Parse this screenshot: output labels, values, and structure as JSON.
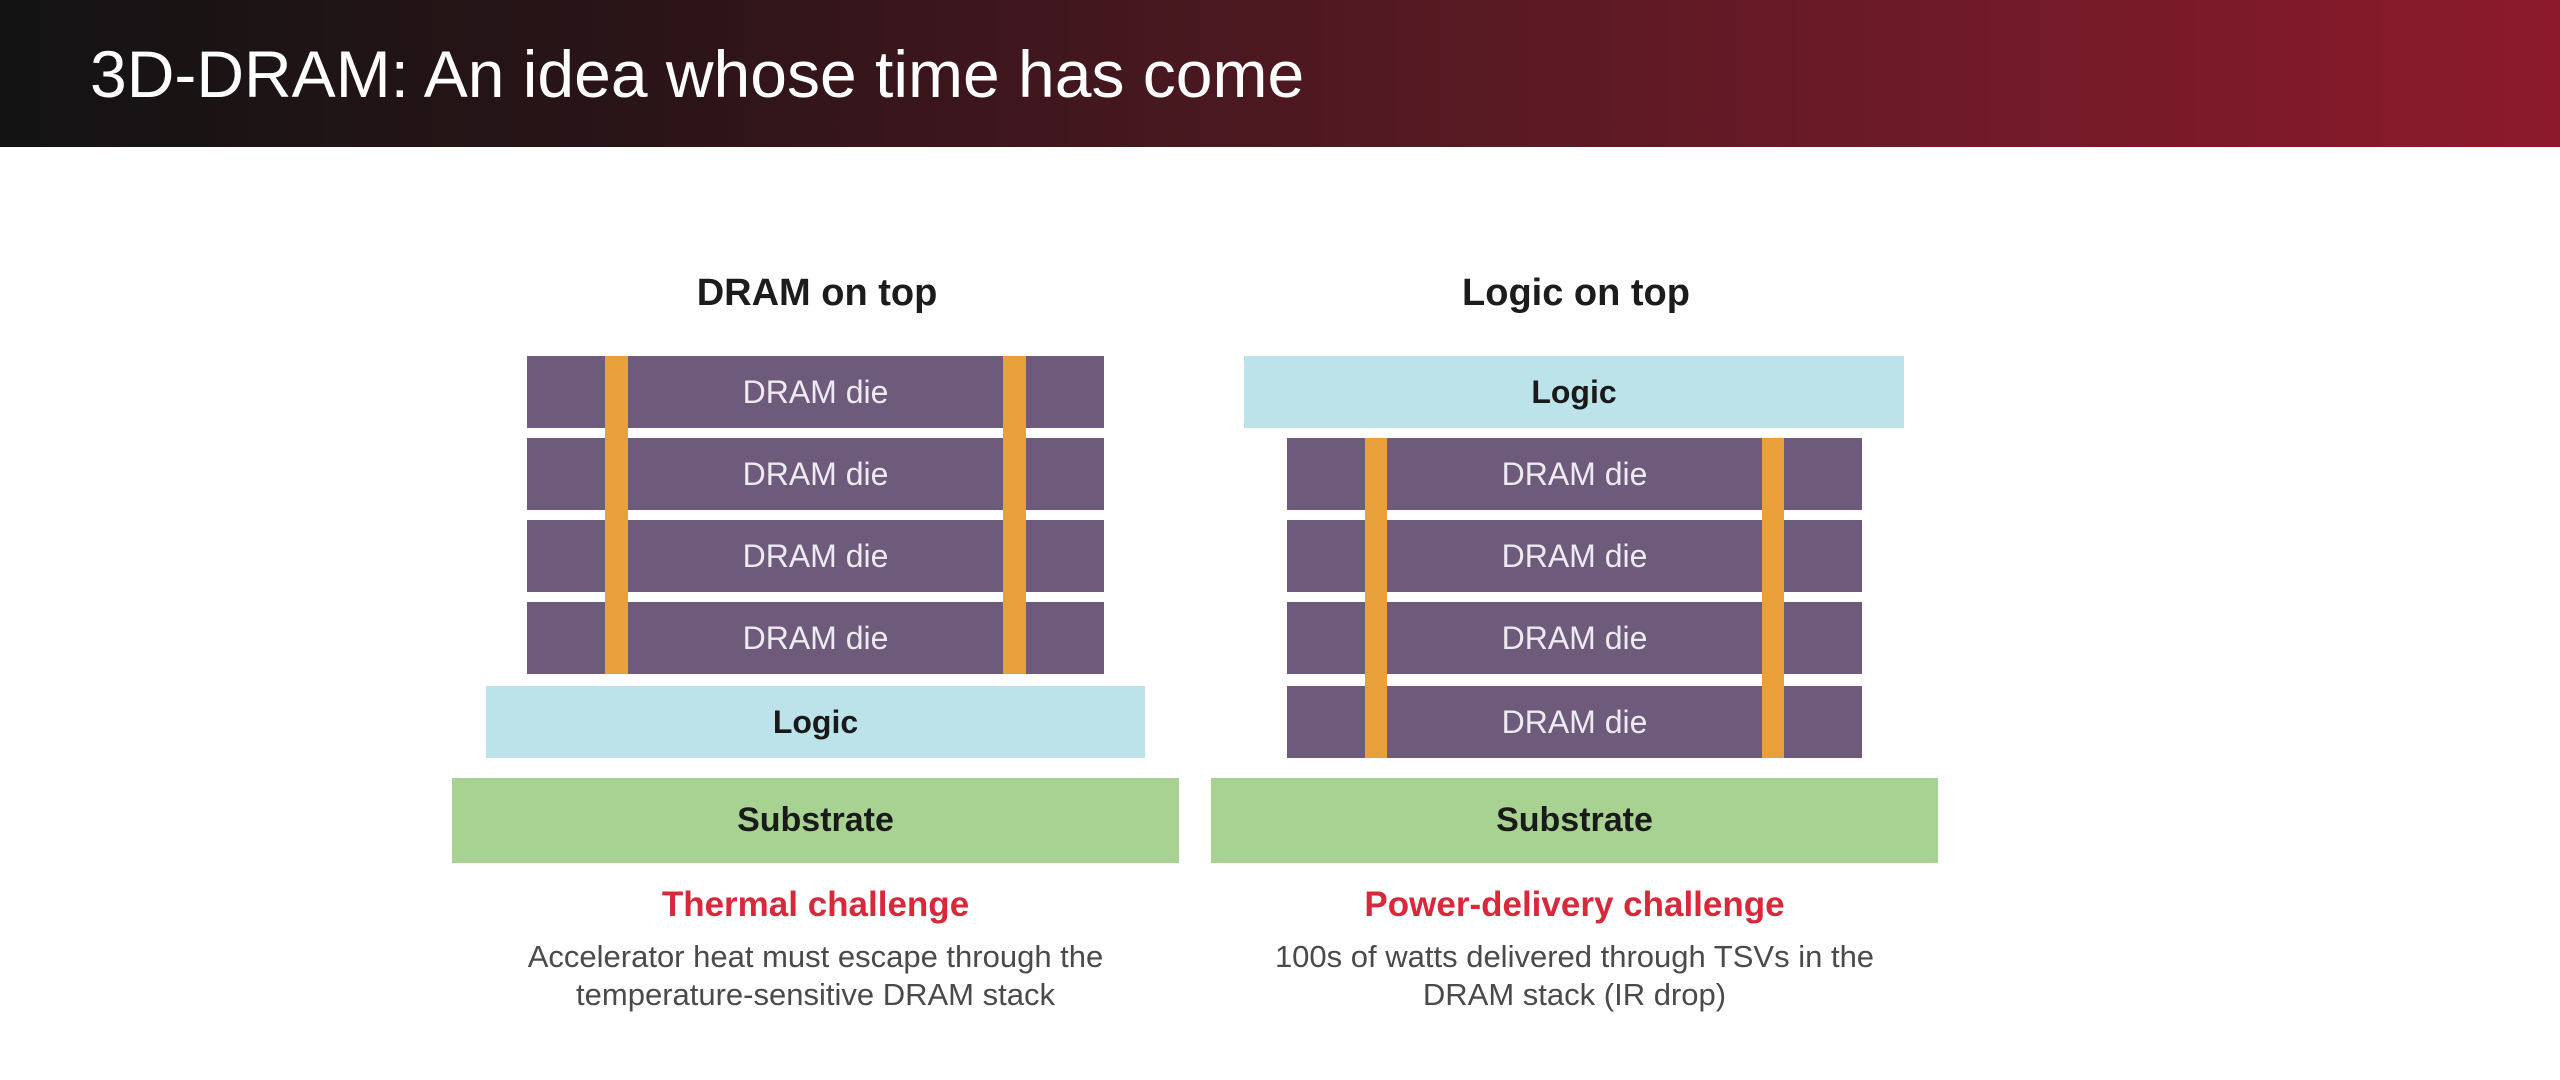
{
  "header": {
    "title": "3D-DRAM: An idea whose time has come"
  },
  "left_stack": {
    "title": "DRAM on top",
    "dram_dies": [
      "DRAM die",
      "DRAM die",
      "DRAM die",
      "DRAM die"
    ],
    "logic_label": "Logic",
    "substrate_label": "Substrate",
    "challenge_title": "Thermal challenge",
    "challenge_desc_line1": "Accelerator heat must escape through the",
    "challenge_desc_line2": "temperature-sensitive DRAM stack"
  },
  "right_stack": {
    "title": "Logic on top",
    "logic_label": "Logic",
    "dram_dies": [
      "DRAM die",
      "DRAM die",
      "DRAM die",
      "DRAM die"
    ],
    "substrate_label": "Substrate",
    "challenge_title": "Power-delivery challenge",
    "challenge_desc_line1": "100s of watts delivered through TSVs in the",
    "challenge_desc_line2": "DRAM stack (IR drop)"
  },
  "colors": {
    "dram_die": "#6e5b7c",
    "logic": "#bde3ea",
    "substrate": "#a8d291",
    "tsv": "#eaa03a",
    "challenge_title": "#d8283a",
    "header_start": "#131313",
    "header_end": "#8c1a2c"
  }
}
